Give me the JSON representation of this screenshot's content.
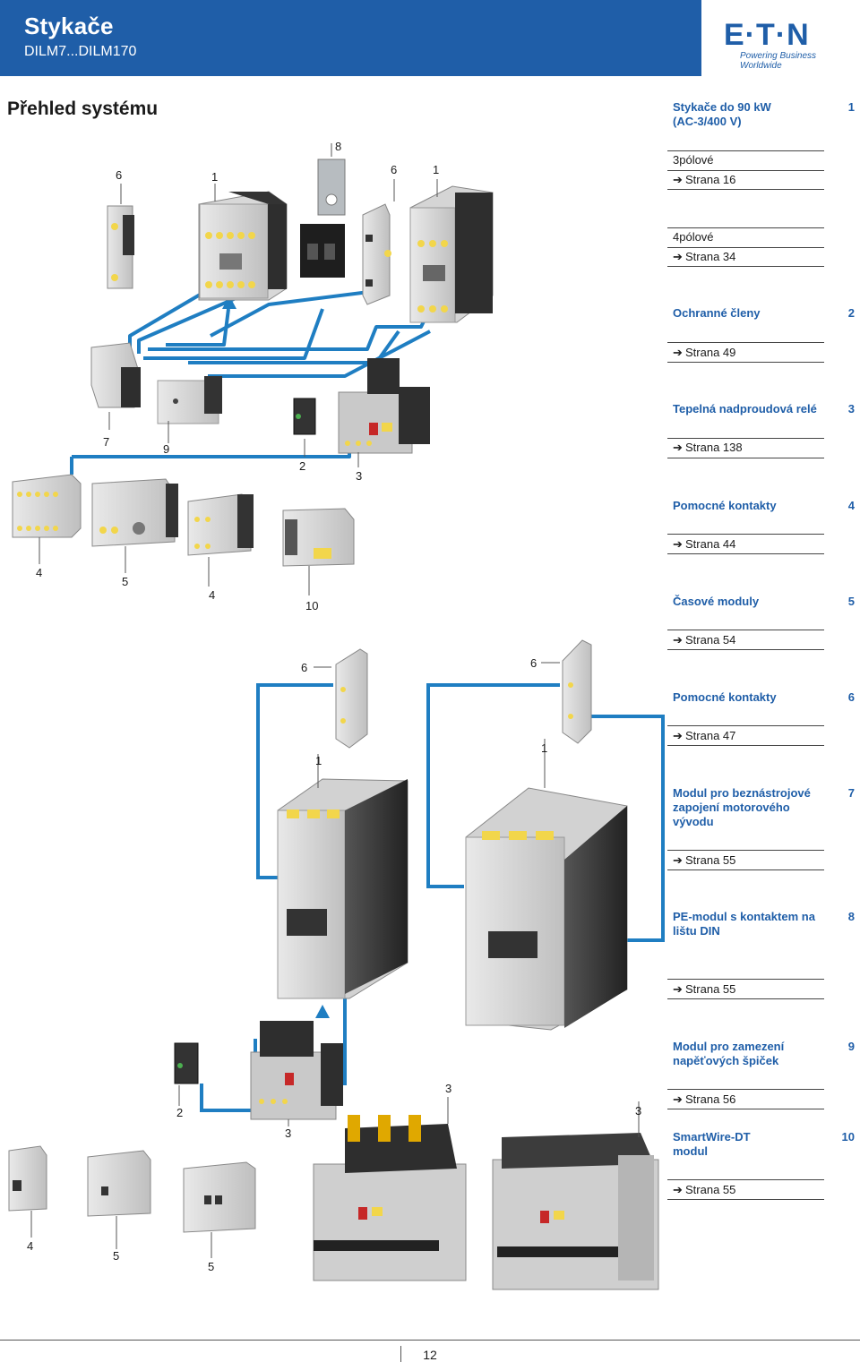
{
  "header": {
    "title": "Stykače",
    "subtitle": "DILM7...DILM170",
    "logo_text": "E·T·N",
    "logo_tagline": "Powering Business Worldwide",
    "brand_color": "#1f5ea8"
  },
  "page_heading": "Přehled systému",
  "sections": [
    {
      "title": "Stykače do 90 kW",
      "title2": "(AC-3/400 V)",
      "number": "1"
    },
    {
      "plain": "3pólové",
      "ref": "Strana 16"
    },
    {
      "plain": "4pólové",
      "ref": "Strana 34"
    },
    {
      "title": "Ochranné členy",
      "number": "2",
      "ref": "Strana 49"
    },
    {
      "title": "Tepelná nadproudová relé",
      "number": "3",
      "ref": "Strana 138"
    },
    {
      "title": "Pomocné kontakty",
      "number": "4",
      "ref": "Strana 44"
    },
    {
      "title": "Časové moduly",
      "number": "5",
      "ref": "Strana 54"
    },
    {
      "title": "Pomocné kontakty",
      "number": "6",
      "ref": "Strana 47"
    },
    {
      "title": "Modul pro beznástrojové",
      "title2": "zapojení motorového",
      "title3": "vývodu",
      "number": "7",
      "ref": "Strana 55"
    },
    {
      "title": "PE-modul s kontaktem na",
      "title2": "lištu DIN",
      "number": "8",
      "ref": "Strana 55"
    },
    {
      "title": "Modul pro zamezení",
      "title2": "napěťových špiček",
      "number": "9",
      "ref": "Strana 56"
    },
    {
      "title": "SmartWire-DT",
      "title2": "modul",
      "number": "10",
      "ref": "Strana 55"
    }
  ],
  "arrow_glyph": "➔",
  "callouts": {
    "c_6a": "6",
    "c_1a": "1",
    "c_8": "8",
    "c_6b": "6",
    "c_1b": "1",
    "c_7": "7",
    "c_9": "9",
    "c_2a": "2",
    "c_3a": "3",
    "c_4a": "4",
    "c_5a": "5",
    "c_4b": "4",
    "c_10": "10",
    "c_6c": "6",
    "c_6d": "6",
    "c_1c": "1",
    "c_1d": "1",
    "c_3b": "3",
    "c_2b": "2",
    "c_3c": "3",
    "c_3d": "3",
    "c_4c": "4",
    "c_5b": "5",
    "c_5c": "5"
  },
  "footer": {
    "page_number": "12"
  }
}
